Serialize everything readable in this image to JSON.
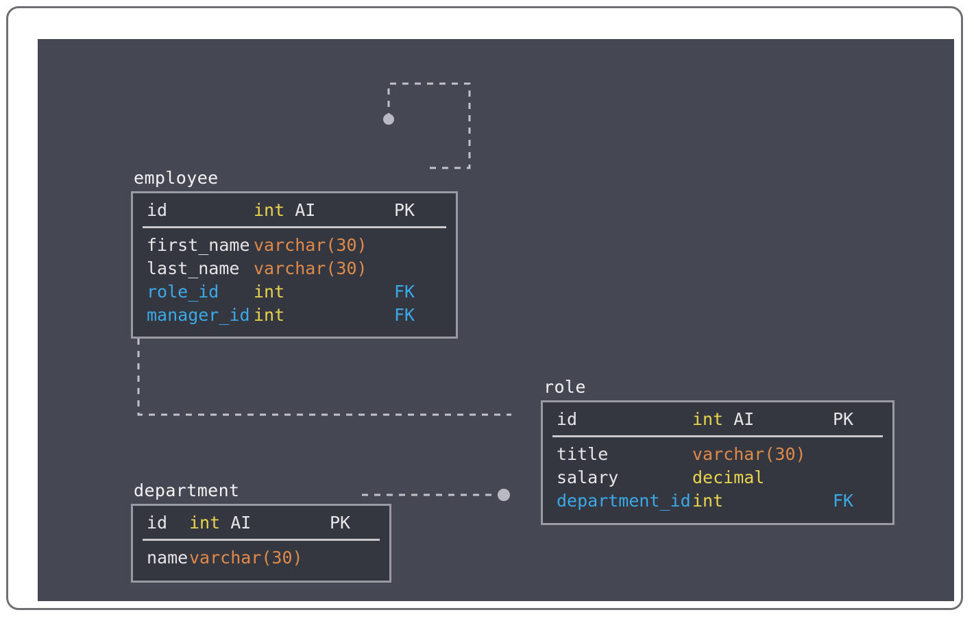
{
  "diagram": {
    "kind": "entity-relationship-diagram",
    "canvas_background": "#454852",
    "entity_fill": "#343740",
    "entity_border": "#9a9aa2",
    "colors": {
      "text": "#e6e6e9",
      "int": "#e8d44d",
      "decimal": "#e8d44d",
      "varchar": "#e08a4a",
      "foreign_key": "#3ba9e8",
      "connector": "#c2c2c9"
    },
    "entities": [
      {
        "name": "employee",
        "fields": [
          {
            "name": "id",
            "type": "int",
            "modifier": "AI",
            "key": "PK",
            "is_fk": false
          },
          {
            "name": "first_name",
            "type": "varchar(30)",
            "modifier": "",
            "key": "",
            "is_fk": false
          },
          {
            "name": "last_name",
            "type": "varchar(30)",
            "modifier": "",
            "key": "",
            "is_fk": false
          },
          {
            "name": "role_id",
            "type": "int",
            "modifier": "",
            "key": "FK",
            "is_fk": true
          },
          {
            "name": "manager_id",
            "type": "int",
            "modifier": "",
            "key": "FK",
            "is_fk": true
          }
        ]
      },
      {
        "name": "role",
        "fields": [
          {
            "name": "id",
            "type": "int",
            "modifier": "AI",
            "key": "PK",
            "is_fk": false
          },
          {
            "name": "title",
            "type": "varchar(30)",
            "modifier": "",
            "key": "",
            "is_fk": false
          },
          {
            "name": "salary",
            "type": "decimal",
            "modifier": "",
            "key": "",
            "is_fk": false
          },
          {
            "name": "department_id",
            "type": "int",
            "modifier": "",
            "key": "FK",
            "is_fk": true
          }
        ]
      },
      {
        "name": "department",
        "fields": [
          {
            "name": "id",
            "type": "int",
            "modifier": "AI",
            "key": "PK",
            "is_fk": false
          },
          {
            "name": "name",
            "type": "varchar(30)",
            "modifier": "",
            "key": "",
            "is_fk": false
          }
        ]
      }
    ],
    "relationships": [
      {
        "name": "employee-manager-self-reference",
        "from": "employee.manager_id",
        "to": "employee.id"
      },
      {
        "name": "employee-role",
        "from": "employee.role_id",
        "to": "role.id"
      },
      {
        "name": "role-department",
        "from": "role.department_id",
        "to": "department.id"
      }
    ]
  }
}
